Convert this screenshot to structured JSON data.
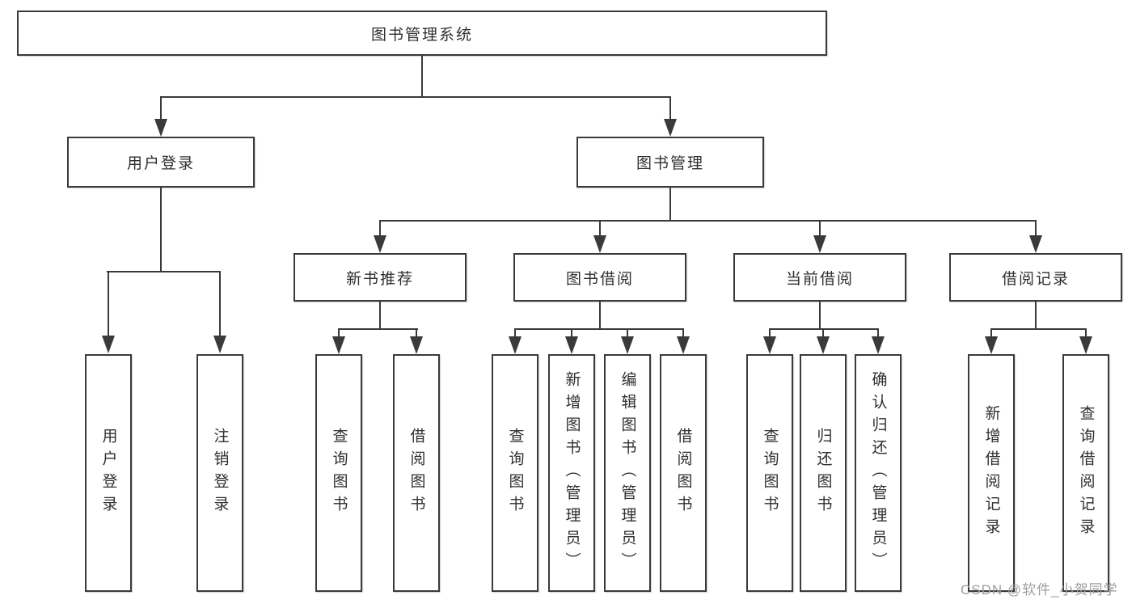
{
  "diagram": {
    "root": {
      "label": "图书管理系统"
    },
    "branches": [
      {
        "label": "用户登录",
        "children": [
          "用户登录",
          "注销登录"
        ]
      },
      {
        "label": "图书管理",
        "sections": [
          {
            "label": "新书推荐",
            "children": [
              "查询图书",
              "借阅图书"
            ]
          },
          {
            "label": "图书借阅",
            "children": [
              "查询图书",
              "新增图书（管理员）",
              "编辑图书（管理员）",
              "借阅图书"
            ]
          },
          {
            "label": "当前借阅",
            "children": [
              "查询图书",
              "归还图书",
              "确认归还（管理员）"
            ]
          },
          {
            "label": "借阅记录",
            "children": [
              "新增借阅记录",
              "查询借阅记录"
            ]
          }
        ]
      }
    ]
  },
  "watermark": {
    "text": "CSDN @软件_小贺同学"
  },
  "colors": {
    "line": "#3a3a3a",
    "box_border": "#3a3a3a",
    "text": "#2f2f2f",
    "watermark": "#9e9e9e",
    "background": "#ffffff"
  }
}
